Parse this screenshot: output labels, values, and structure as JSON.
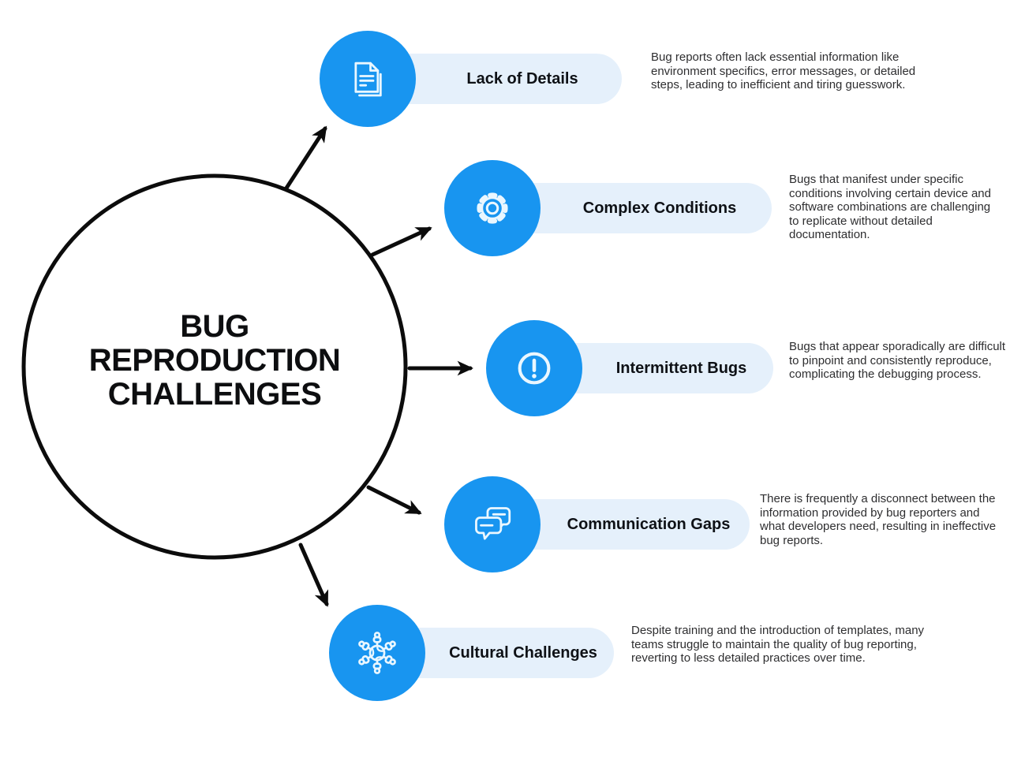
{
  "title": "BUG REPRODUCTION CHALLENGES",
  "colors": {
    "accent_blue": "#1895f0",
    "pill_background": "#e5f0fb",
    "title_text": "#0d0e10",
    "description_text": "#2e2e30",
    "connector_black": "#0c0c0c"
  },
  "items": [
    {
      "label": "Lack of Details",
      "icon": "document-icon",
      "description": "Bug reports often lack essential information like environment specifics, error messages, or detailed steps, leading to inefficient and tiring guesswork."
    },
    {
      "label": "Complex Conditions",
      "icon": "gear-icon",
      "description": "Bugs that manifest under specific conditions involving certain device and software combinations are challenging to replicate without detailed documentation."
    },
    {
      "label": "Intermittent Bugs",
      "icon": "alert-icon",
      "description": "Bugs that appear sporadically are difficult to pinpoint and consistently reproduce, complicating the debugging process."
    },
    {
      "label": "Communication Gaps",
      "icon": "chat-bubbles-icon",
      "description": "There is frequently a disconnect between the information provided by bug reporters and what developers need, resulting in ineffective bug reports."
    },
    {
      "label": "Cultural Challenges",
      "icon": "globe-people-icon",
      "description": "Despite training and the introduction of templates, many teams struggle to maintain the quality of bug reporting, reverting to less detailed practices over time."
    }
  ]
}
